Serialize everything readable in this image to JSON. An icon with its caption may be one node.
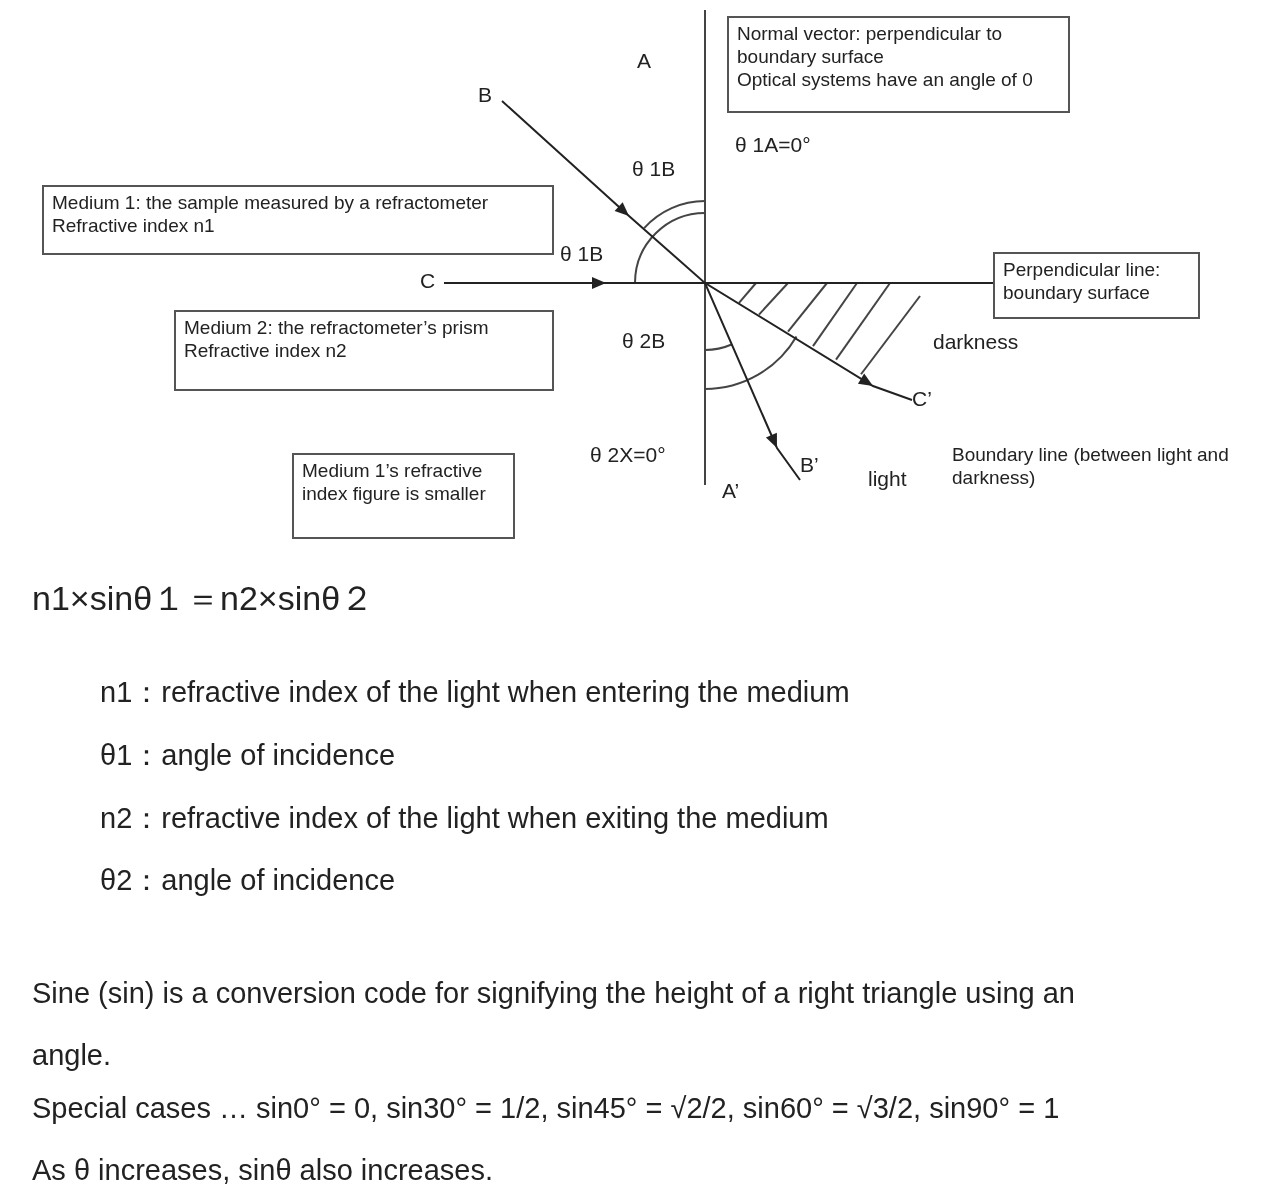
{
  "diagram": {
    "nodes": [
      {
        "text": [
          "Normal vector: perpendicular to boundary surface",
          "Optical systems have an angle of 0"
        ]
      },
      {
        "text": [
          "Medium 1: the sample measured by a refractometer",
          "Refractive index n1"
        ]
      },
      {
        "text": [
          "Perpendicular line: boundary surface"
        ]
      },
      {
        "text": [
          "Medium 2: the refractometer’s prism",
          "Refractive index n2"
        ]
      },
      {
        "text": [
          "Medium 1’s refractive index figure is smaller"
        ]
      },
      {
        "text": [
          "B"
        ]
      },
      {
        "text": [
          "B’"
        ]
      },
      {
        "text": [
          "C"
        ]
      },
      {
        "text": [
          "C’"
        ]
      }
    ],
    "edges": [
      {
        "from": 5,
        "to": 6,
        "arrow": "to"
      },
      {
        "from": 7,
        "to": 8,
        "arrow": "to"
      },
      {
        "from": null,
        "to": 2,
        "arrow": "none"
      }
    ],
    "labels": [
      "A",
      "θ 1A=0°",
      "θ 1B",
      "θ 1B",
      "θ 2B",
      "darkness",
      "θ 2X=0°",
      "A’",
      "light",
      "Boundary line (between light and darkness)",
      "n1×sinθ１＝n2×sinθ２",
      "n1：refractive index of the light when entering the medium",
      "θ1：angle of incidence",
      "n2：refractive index of the light when exiting the medium",
      "θ2：angle of incidence",
      "Sine (sin) is a conversion code for signifying the height of a right triangle using an angle.",
      "Special cases … sin0° = 0, sin30° = 1/2, sin45° = √2/2, sin60° = √3/2, sin90° = 1",
      "As θ increases, sinθ also increases."
    ]
  }
}
